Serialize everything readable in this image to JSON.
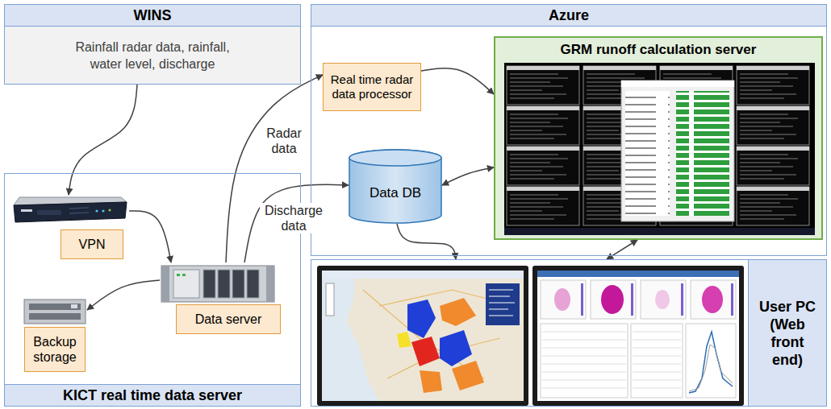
{
  "diagram": {
    "nodes": [
      {
        "text": [
          "WINS",
          "Rainfall radar data, rainfall, water level, discharge"
        ]
      },
      {
        "text": [
          "Azure"
        ]
      },
      {
        "text": [
          "Real time radar data processor"
        ],
        "in": 1
      },
      {
        "text": [
          "Data DB"
        ],
        "in": 1
      },
      {
        "text": [
          "GRM runoff calculation server"
        ],
        "in": 1
      },
      {
        "text": [
          "KICT real time data server"
        ]
      },
      {
        "text": [
          "VPN"
        ],
        "in": 5
      },
      {
        "text": [
          "Data server"
        ],
        "in": 5
      },
      {
        "text": [
          "Backup storage"
        ],
        "in": 5
      },
      {
        "text": [
          "User PC (Web front end)"
        ]
      }
    ],
    "edges": [
      {
        "from": 0,
        "to": 6,
        "arrow": "to"
      },
      {
        "from": 6,
        "to": 7,
        "arrow": "to"
      },
      {
        "from": 7,
        "to": 8,
        "arrow": "to"
      },
      {
        "from": 7,
        "to": 2,
        "label": "Radar data",
        "arrow": "to"
      },
      {
        "from": 7,
        "to": 3,
        "label": "Discharge data",
        "arrow": "to"
      },
      {
        "from": 2,
        "to": 4,
        "arrow": "to"
      },
      {
        "from": 3,
        "to": 4,
        "arrow": "both"
      },
      {
        "from": 3,
        "to": 9,
        "arrow": "to"
      },
      {
        "from": 4,
        "to": 9,
        "arrow": "both"
      }
    ]
  }
}
